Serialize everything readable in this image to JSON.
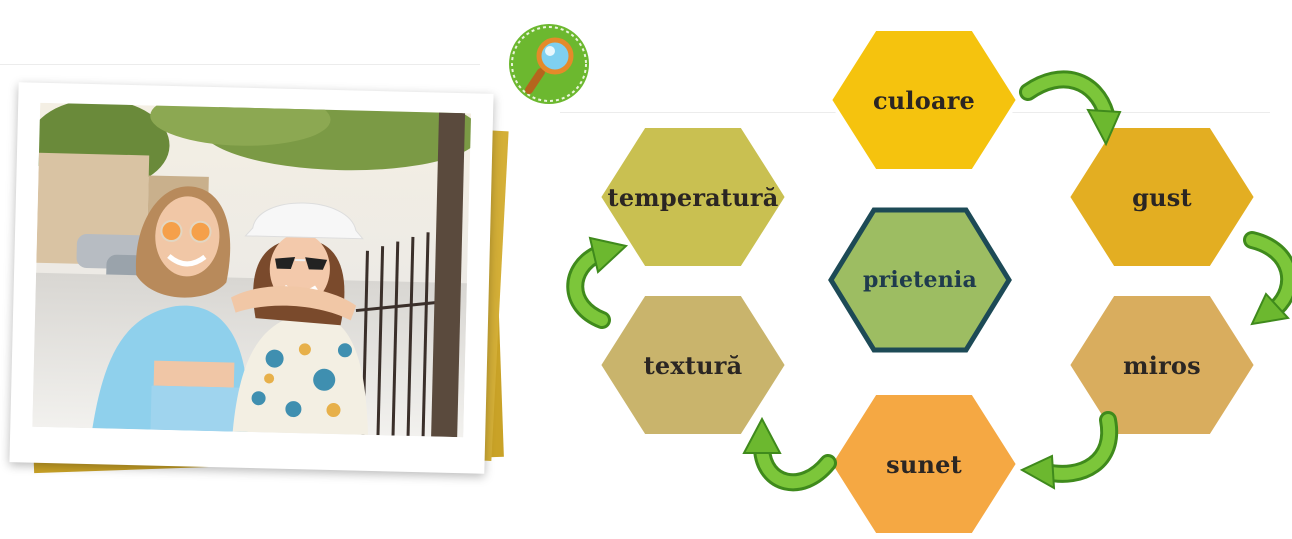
{
  "diagram": {
    "center": {
      "label": "prietenia",
      "color": "#9dbd62",
      "border": "#1d4a56"
    },
    "nodes": [
      {
        "id": "culoare",
        "label": "culoare",
        "color": "#f5c30e"
      },
      {
        "id": "gust",
        "label": "gust",
        "color": "#e3ae22"
      },
      {
        "id": "miros",
        "label": "miros",
        "color": "#d9ad5e"
      },
      {
        "id": "sunet",
        "label": "sunet",
        "color": "#f5a843"
      },
      {
        "id": "textura",
        "label": "textură",
        "color": "#c9b46c"
      },
      {
        "id": "temperatura",
        "label": "temperatură",
        "color": "#c9c051"
      }
    ],
    "arrow_color": "#6cb82f"
  },
  "icons": {
    "magnifier": "magnifier-icon"
  },
  "photo": {
    "subject": "photo"
  }
}
